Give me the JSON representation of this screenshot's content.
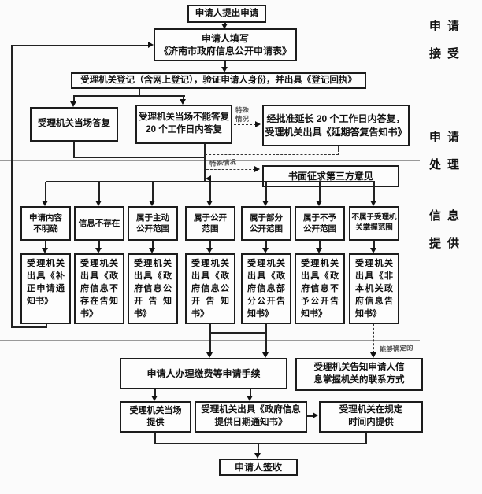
{
  "colors": {
    "ink": "#1a1a1a",
    "divider": "#999999",
    "annotation": "#555555",
    "background": "#fbfbfb"
  },
  "side_labels": [
    "申请",
    "接受",
    "申请",
    "处理",
    "信息",
    "提供"
  ],
  "annotations": {
    "special1": [
      "特殊",
      "情况"
    ],
    "special2": "特殊情况",
    "determinable": "能够确定的"
  },
  "flow": {
    "submit": "申请人提出申请",
    "fill": [
      "申请人填写",
      "《济南市政府信息公开申请表》"
    ],
    "register": "受理机关登记（含网上登记），验证申请人身份，并出具《登记回执》",
    "onspot": "受理机关当场答复",
    "delayed": [
      "受理机关当场不能答复",
      "20 个工作日内答复"
    ],
    "extended": [
      "经批准延长 20 个工作日内答复，",
      "受理机关出具《延期答复告知书》"
    ],
    "third_party": "书面征求第三方意见",
    "categories": [
      [
        "申请内容",
        "不明确"
      ],
      [
        "信息不存在"
      ],
      [
        "属于主动",
        "公开范围"
      ],
      [
        "属于公开",
        "范围"
      ],
      [
        "属于部分",
        "公开范围"
      ],
      [
        "属于不予",
        "公开范围"
      ],
      [
        "不属于受理机",
        "关掌握范围"
      ]
    ],
    "outputs": [
      "受理机关出具《补正申请通知书》",
      "受理机关出具《政府信息不存在告知书》",
      "受理机关出具《政府信息公开告知书》",
      "受理机关出具《政府信息公开告知书》",
      "受理机关出具《政府信息部分公开告知书》",
      "受理机关出具《政府信息不予公开告知书》",
      "受理机关出具《非本机关政府信息告知书》"
    ],
    "fee": "申请人办理缴费等申请手续",
    "contact": [
      "受理机关告知申请人信",
      "息掌握机关的联系方式"
    ],
    "onspot_provide": [
      "受理机关当场",
      "提供"
    ],
    "date_notice": [
      "受理机关出具《政府信息",
      "提供日期通知书》"
    ],
    "in_time": [
      "受理机关在规定",
      "时间内提供"
    ],
    "sign": "申请人签收"
  }
}
